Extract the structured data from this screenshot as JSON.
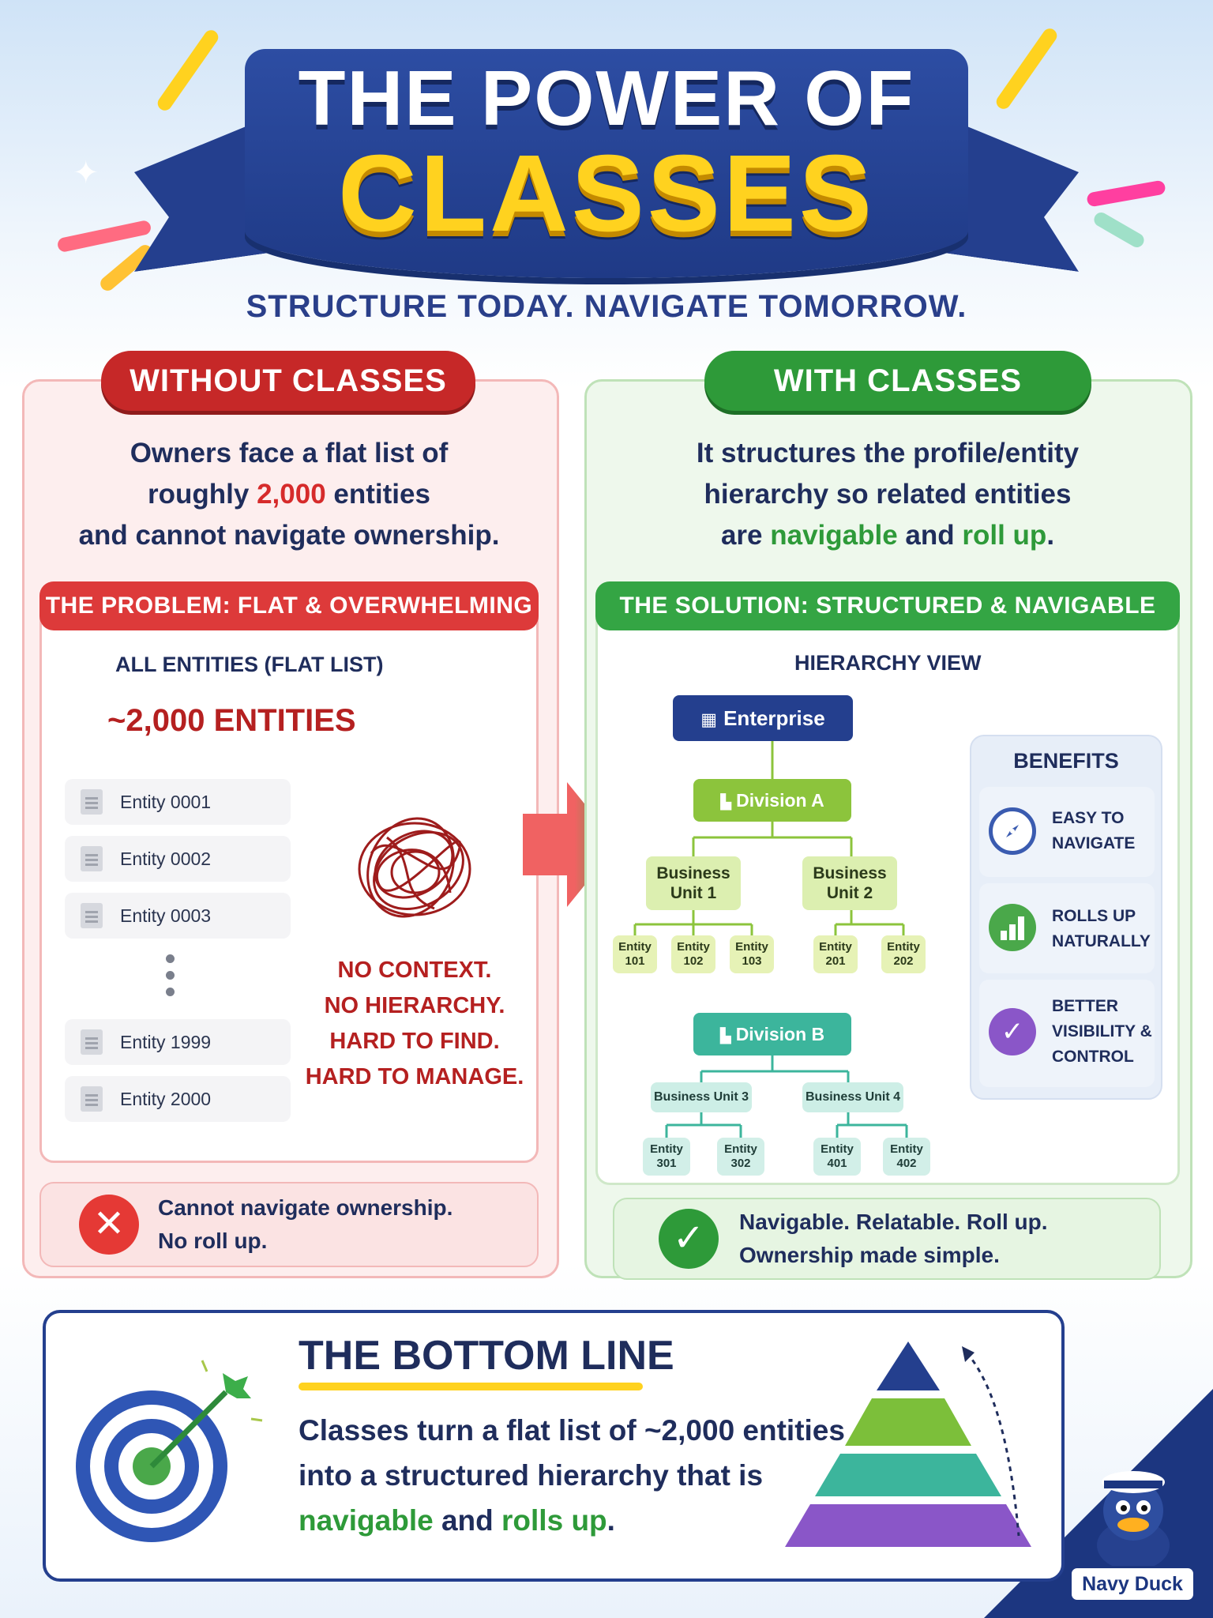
{
  "header": {
    "title_line1": "THE POWER OF",
    "title_line2": "CLASSES",
    "subtitle": "STRUCTURE TODAY.  NAVIGATE TOMORROW."
  },
  "without": {
    "label": "WITHOUT CLASSES",
    "intro": {
      "line1": "Owners face a flat list of",
      "line2_pre": "roughly ",
      "line2_highlight": "2,000",
      "line2_post": " entities",
      "line3": "and cannot navigate ownership."
    },
    "banner": "THE PROBLEM: FLAT & OVERWHELMING",
    "list_heading": "ALL ENTITIES (FLAT LIST)",
    "count": "~2,000 ENTITIES",
    "entities": [
      "Entity 0001",
      "Entity 0002",
      "Entity 0003",
      "Entity 1999",
      "Entity 2000"
    ],
    "problems": [
      "NO CONTEXT.",
      "NO HIERARCHY.",
      "HARD TO FIND.",
      "HARD TO MANAGE."
    ],
    "footnote": {
      "line1": "Cannot navigate ownership.",
      "line2": "No roll up."
    }
  },
  "with": {
    "label": "WITH CLASSES",
    "intro": {
      "line1": "It structures the profile/entity",
      "line2": "hierarchy so related entities",
      "line3_pre": "are ",
      "line3_hl1": "navigable",
      "line3_mid": " and ",
      "line3_hl2": "roll up",
      "line3_post": "."
    },
    "banner": "THE SOLUTION: STRUCTURED & NAVIGABLE",
    "hierarchy_title": "HIERARCHY VIEW",
    "hierarchy": {
      "root": "Enterprise",
      "division_a": "Division A",
      "bu1": "Business Unit 1",
      "bu2": "Business Unit 2",
      "bu1_entities": [
        "Entity 101",
        "Entity 102",
        "Entity 103"
      ],
      "bu2_entities": [
        "Entity 201",
        "Entity 202"
      ],
      "division_b": "Division B",
      "bu3": "Business Unit 3",
      "bu4": "Business Unit 4",
      "bu3_entities": [
        "Entity 301",
        "Entity 302"
      ],
      "bu4_entities": [
        "Entity 401",
        "Entity 402"
      ]
    },
    "benefits_title": "BENEFITS",
    "benefits": [
      {
        "line1": "EASY TO",
        "line2": "NAVIGATE"
      },
      {
        "line1": "ROLLS UP",
        "line2": "NATURALLY"
      },
      {
        "line1": "BETTER",
        "line2": "VISIBILITY &",
        "line3": "CONTROL"
      }
    ],
    "footnote": {
      "line1": "Navigable.  Relatable.  Roll up.",
      "line2": "Ownership made simple."
    }
  },
  "bottom_line": {
    "title": "THE BOTTOM LINE",
    "line1": "Classes turn a flat list of ~2,000 entities",
    "line2": "into a structured hierarchy that is",
    "line3_hl1": "navigable",
    "line3_mid": " and ",
    "line3_hl2": "rolls up",
    "line3_post": "."
  },
  "mascot": {
    "label": "Navy Duck"
  },
  "colors": {
    "navy": "#243f8e",
    "yellow": "#ffd21f",
    "red": "#c62828",
    "green": "#2e9a39",
    "teal": "#3cb59c",
    "purple": "#8a56c8"
  }
}
